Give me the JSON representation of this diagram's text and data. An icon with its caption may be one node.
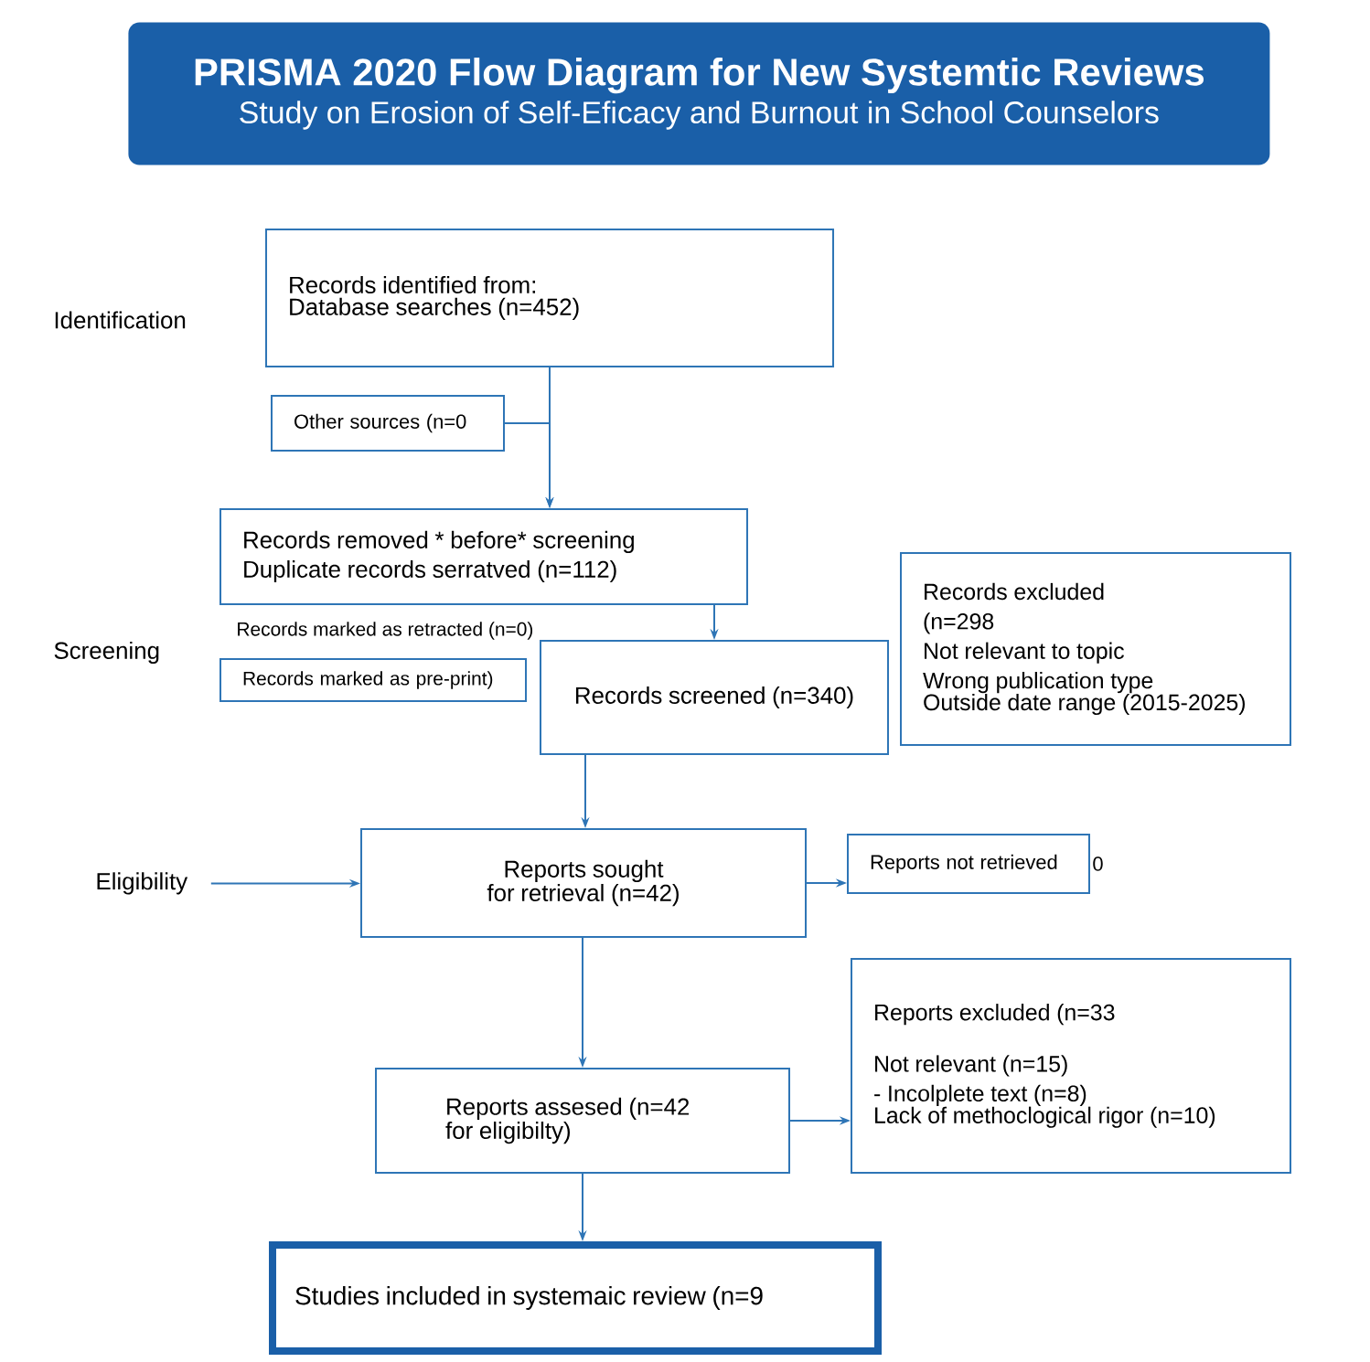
{
  "diagram": {
    "title": "PRISMA 2020 Flow Diagram for New Systemtic Reviews",
    "caption": "Study on Erosion of Self-Eficacy and Burnout in School Counselors",
    "nodes": [
      {
        "text": [
          "Records identified from:",
          "Database searches (n=452)"
        ]
      },
      {
        "text": [
          "Other sources (n=0"
        ]
      },
      {
        "text": [
          "Records removed * before* screening",
          "Duplicate records serratved (n=112)"
        ]
      },
      {
        "text": [
          "Records marked as pre-print)"
        ]
      },
      {
        "text": [
          "Records screened (n=340)"
        ]
      },
      {
        "text": [
          "Records excluded",
          "(n=298",
          "Not relevant to topic",
          "Wrong publication type",
          "Outside date range (2015-2025)"
        ]
      },
      {
        "text": [
          "Eligibility"
        ]
      },
      {
        "text": [
          "Reports sought for retrieval (n=42)"
        ]
      },
      {
        "text": [
          "Reports not retrieved"
        ],
        "beside": [
          "0"
        ]
      },
      {
        "text": [
          "Reports excluded (n=33",
          "Not relevant (n=15)",
          "- Incolplete text (n=8)",
          "Lack of methoclogical rigor (n=10)"
        ]
      },
      {
        "text": [
          "Reports assesed (n=42 for eligibilty)"
        ]
      },
      {
        "text": [
          "Studies included in systemaic review (n=9"
        ]
      }
    ],
    "edges": [
      {
        "from": 0,
        "to": 2,
        "arrow": "to"
      },
      {
        "from": 1,
        "to": 2,
        "arrow": "to"
      },
      {
        "from": 2,
        "to": 4,
        "arrow": "to"
      },
      {
        "from": 4,
        "to": 7,
        "arrow": "to"
      },
      {
        "from": 6,
        "to": 7,
        "arrow": "to"
      },
      {
        "from": 7,
        "to": 8,
        "arrow": "to"
      },
      {
        "from": 7,
        "to": 10,
        "arrow": "to"
      },
      {
        "from": 10,
        "to": 9,
        "arrow": "to"
      },
      {
        "from": 10,
        "to": 11,
        "arrow": "to"
      }
    ],
    "labels": [
      "Identification",
      "Screening",
      "Records marked as retracted (n=0)"
    ]
  }
}
